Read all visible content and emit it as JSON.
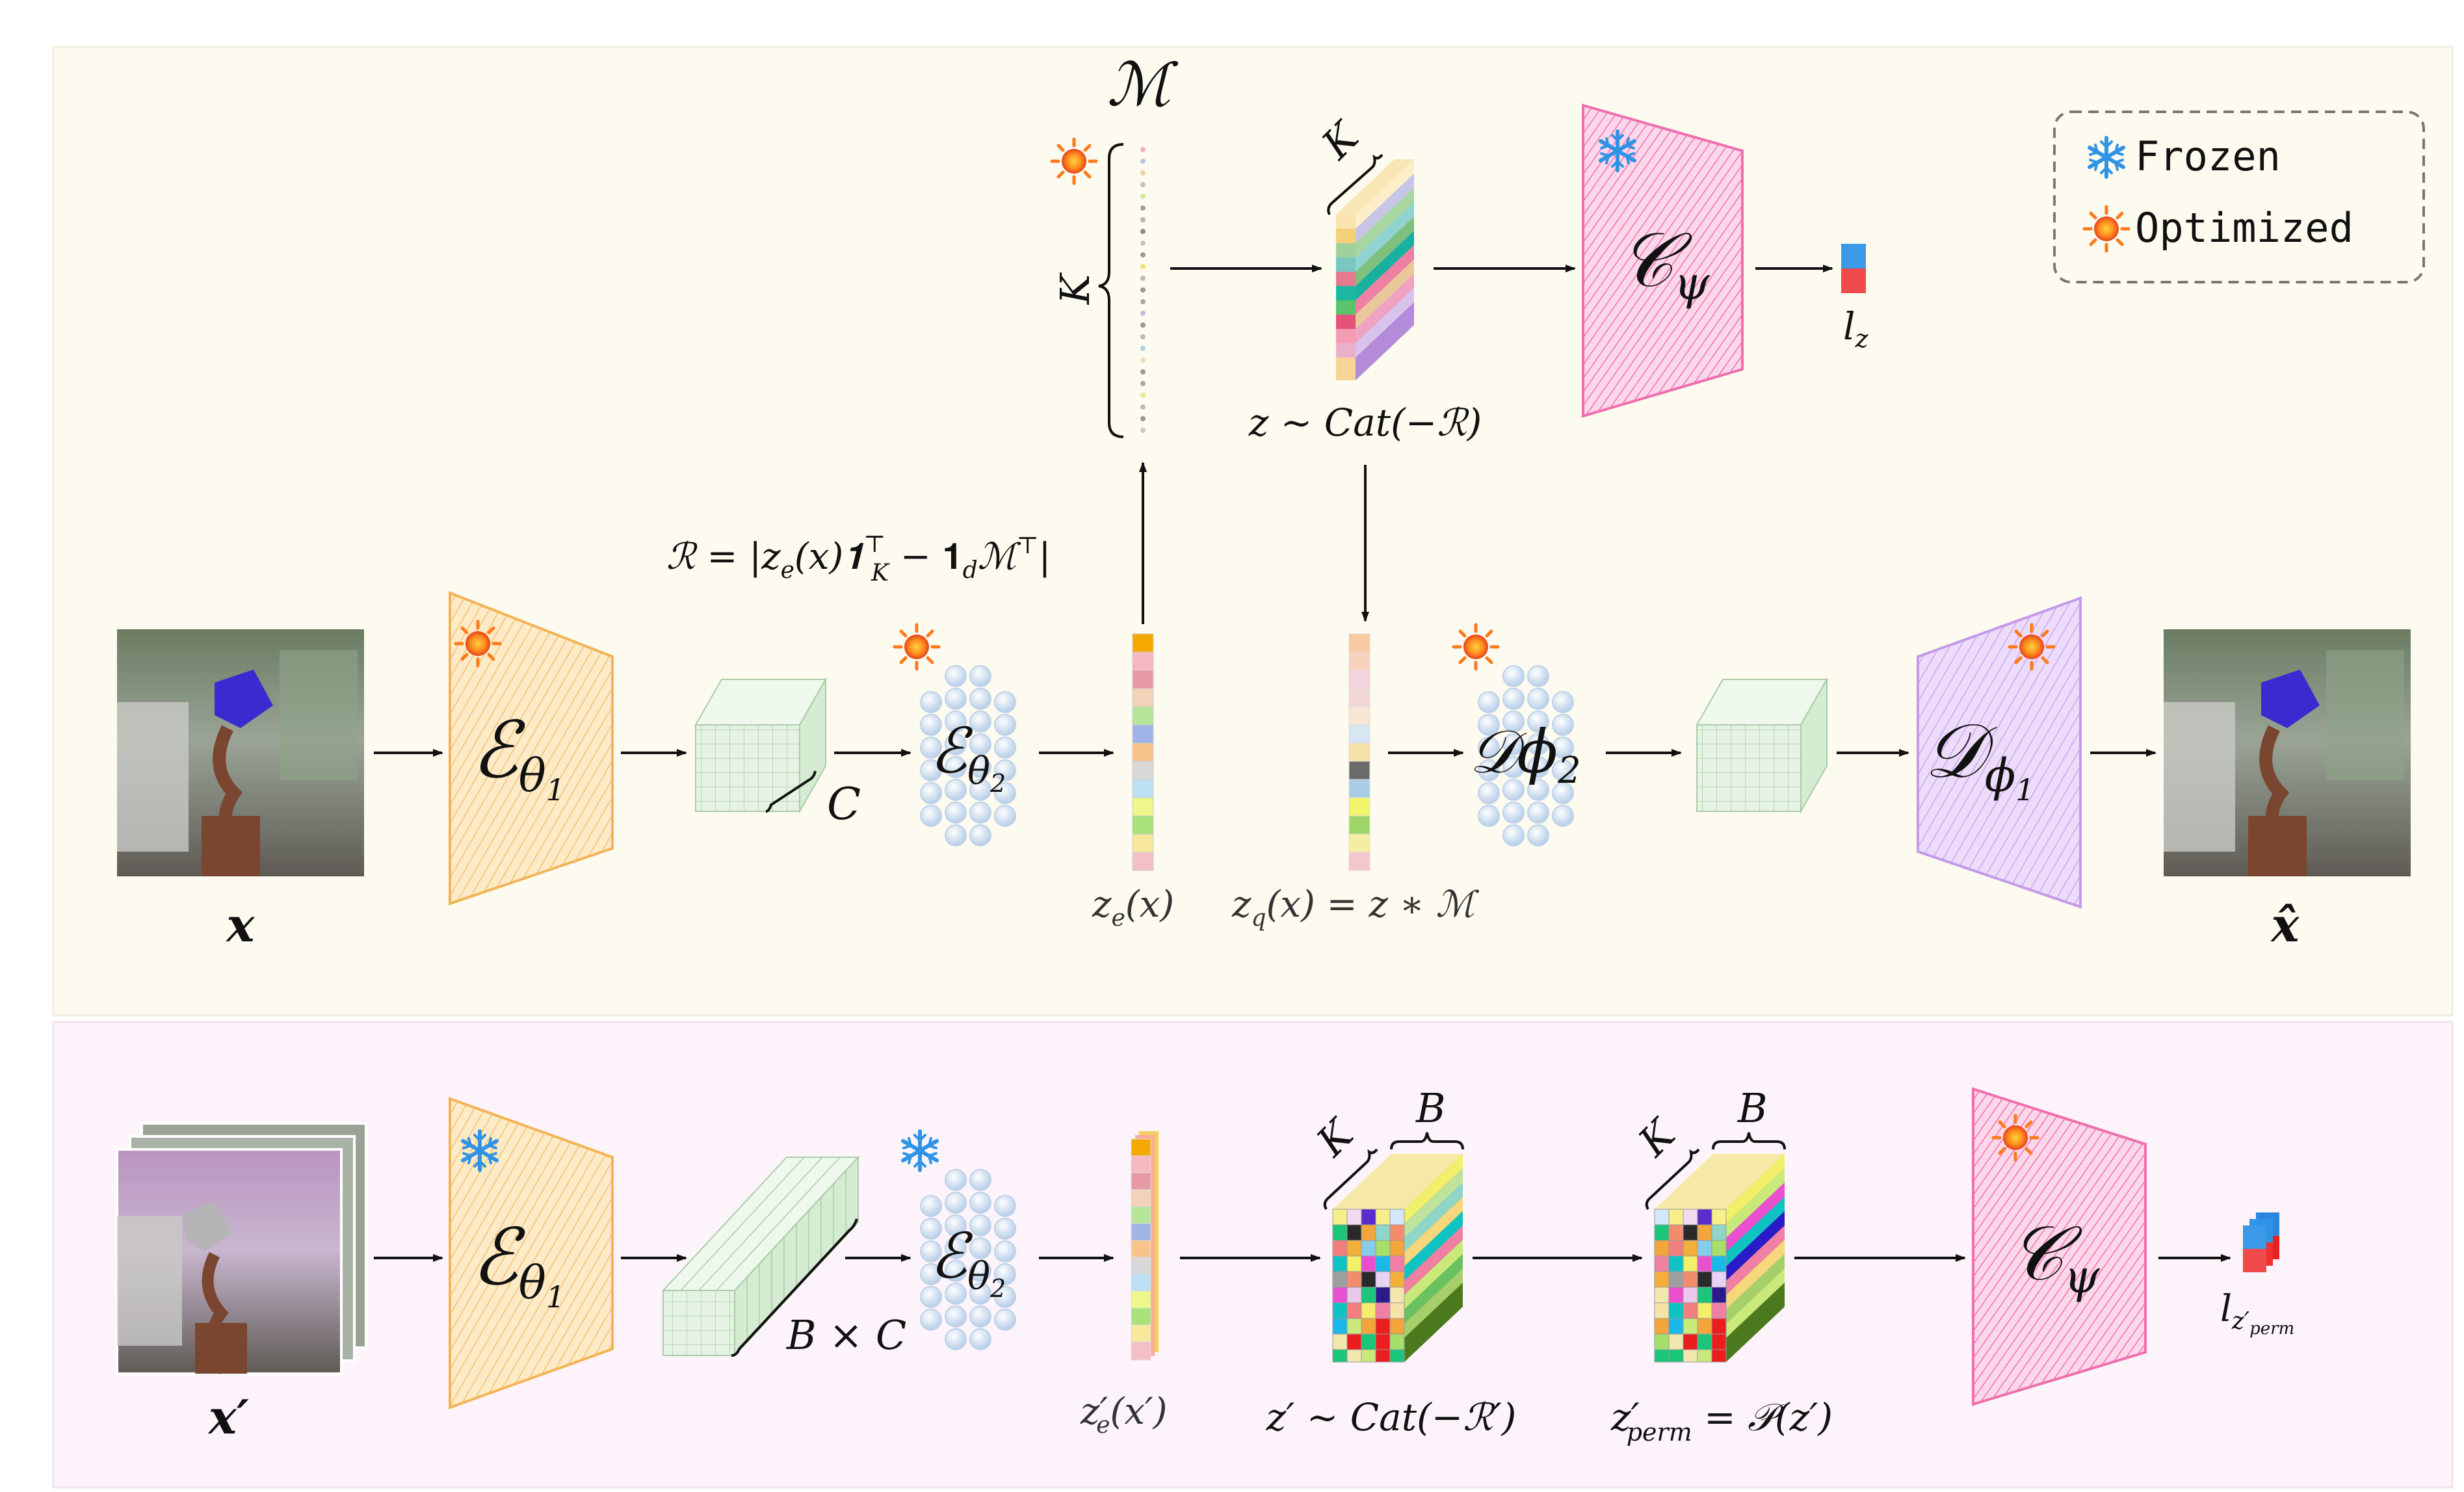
{
  "colors": {
    "top_panel_bg": "#fdfaf0",
    "bottom_panel_bg": "#fcf4fa",
    "encoder_orange": "#f2a93b",
    "decoder_purple": "#b98ce6",
    "classifier_pink": "#ef4f9c",
    "latent_green": "#e3f2e1",
    "network_blue": "#c5d9f0",
    "frozen_blue": "#3a9ae8",
    "optimized_red": "#f2552c"
  },
  "legend": {
    "frozen_label": "Frozen",
    "optimized_label": "Optimized",
    "frozen_icon": "snowflake-icon",
    "optimized_icon": "sun-icon"
  },
  "top": {
    "input_label": "x",
    "encoder1_label": "ℰ",
    "encoder1_sub": "θ",
    "encoder1_subsub": "1",
    "latent_channel_label": "C",
    "encoder2_label": "ℰ",
    "encoder2_sub": "θ",
    "encoder2_subsub": "2",
    "ze_label": "z",
    "ze_sub": "e",
    "ze_arg": "(x)",
    "zq_label": "z",
    "zq_sub": "q",
    "zq_rest": "(x) = z ∗ ℳ",
    "decoder2_label": "𝒟ϕ",
    "decoder2_sub": "2",
    "decoder1_label": "𝒟",
    "decoder1_sub": "ϕ",
    "decoder1_subsub": "1",
    "output_label": "x̂",
    "codebook_label": "ℳ",
    "codebook_dim": "K",
    "stack_dim": "K",
    "sample_label": "z ∼ Cat(−ℛ)",
    "distance_label": "ℛ = |z",
    "distance_sub": "e",
    "distance_rest1": "(x)𝟏",
    "distance_sup1": "⊤",
    "distance_sub2": "K",
    "distance_rest2": " − 𝟏",
    "distance_sub3": "d",
    "distance_rest3": "ℳ",
    "distance_sup2": "⊤",
    "distance_end": "|",
    "classifier_label": "𝒞",
    "classifier_sub": "ψ",
    "logit_label": "l",
    "logit_sub": "z"
  },
  "bottom": {
    "input_label": "x′",
    "encoder1_label": "ℰ",
    "encoder1_sub": "θ",
    "encoder1_subsub": "1",
    "latent_label": "B × C",
    "encoder2_label": "ℰ",
    "encoder2_sub": "θ",
    "encoder2_subsub": "2",
    "ze_label": "z′",
    "ze_sub": "e",
    "ze_arg": "(x′)",
    "sample_label": "z′ ∼ Cat(−ℛ′)",
    "perm_label_main": "z′",
    "perm_label_sub": "perm",
    "perm_label_rest": " = 𝒫(z′)",
    "stack1_k": "K",
    "stack1_b": "B",
    "stack2_k": "K",
    "stack2_b": "B",
    "classifier_label": "𝒞",
    "classifier_sub": "ψ",
    "logit_label": "l",
    "logit_sub": "z′",
    "logit_subsub": "perm"
  }
}
